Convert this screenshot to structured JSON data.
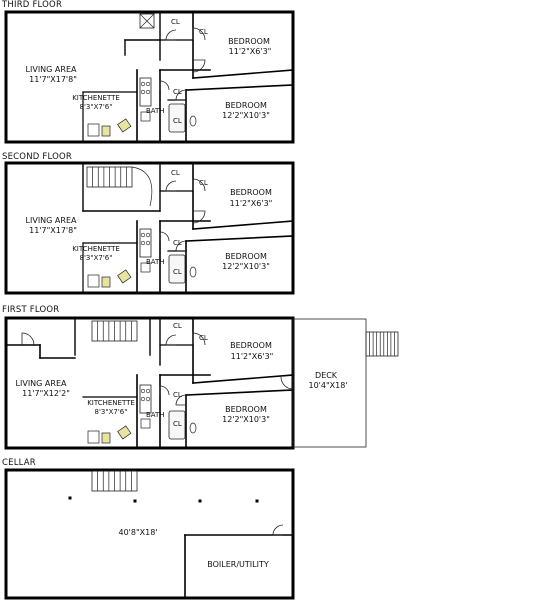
{
  "floors": {
    "third": {
      "title": "THIRD FLOOR",
      "living": {
        "name": "LIVING AREA",
        "dim": "11'7\"X17'8\""
      },
      "kitchen": {
        "name": "KITCHENETTE",
        "dim": "8'3\"X7'6\""
      },
      "bath": "BATH",
      "closet": "CL",
      "bed1": {
        "name": "BEDROOM",
        "dim": "11'2\"X6'3\""
      },
      "bed2": {
        "name": "BEDROOM",
        "dim": "12'2\"X10'3\""
      }
    },
    "second": {
      "title": "SECOND FLOOR",
      "living": {
        "name": "LIVING AREA",
        "dim": "11'7\"X17'8\""
      },
      "kitchen": {
        "name": "KITCHENETTE",
        "dim": "8'3\"X7'6\""
      },
      "bath": "BATH",
      "closet": "CL",
      "bed1": {
        "name": "BEDROOM",
        "dim": "11'2\"X6'3\""
      },
      "bed2": {
        "name": "BEDROOM",
        "dim": "12'2\"X10'3\""
      }
    },
    "first": {
      "title": "FIRST FLOOR",
      "living": {
        "name": "LIVING AREA",
        "dim": "11'7\"X12'2\""
      },
      "kitchen": {
        "name": "KITCHENETTE",
        "dim": "8'3\"X7'6\""
      },
      "bath": "BATH",
      "closet": "CL",
      "bed1": {
        "name": "BEDROOM",
        "dim": "11'2\"X6'3\""
      },
      "bed2": {
        "name": "BEDROOM",
        "dim": "12'2\"X10'3\""
      },
      "deck": {
        "name": "DECK",
        "dim": "10'4\"X18'"
      }
    },
    "cellar": {
      "title": "CELLAR",
      "dim": "40'8\"X18'",
      "boiler": "BOILER/UTILITY"
    }
  },
  "colors": {
    "wall": "#000000",
    "line": "#222222",
    "fixture_fill": "#f7f7f7",
    "accent": "#e8e4a0"
  }
}
